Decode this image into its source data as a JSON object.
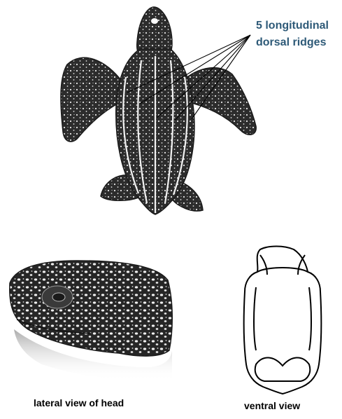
{
  "annotation": {
    "line1": "5 longitudinal",
    "line2": "dorsal ridges",
    "color": "#2e5a78"
  },
  "captions": {
    "lateral": "lateral view of head",
    "ventral": "ventral view"
  },
  "colors": {
    "skin": "#2c2c2c",
    "spots": "#e8e8e8",
    "ridge": "#f2f2f2",
    "outline": "#000000"
  }
}
